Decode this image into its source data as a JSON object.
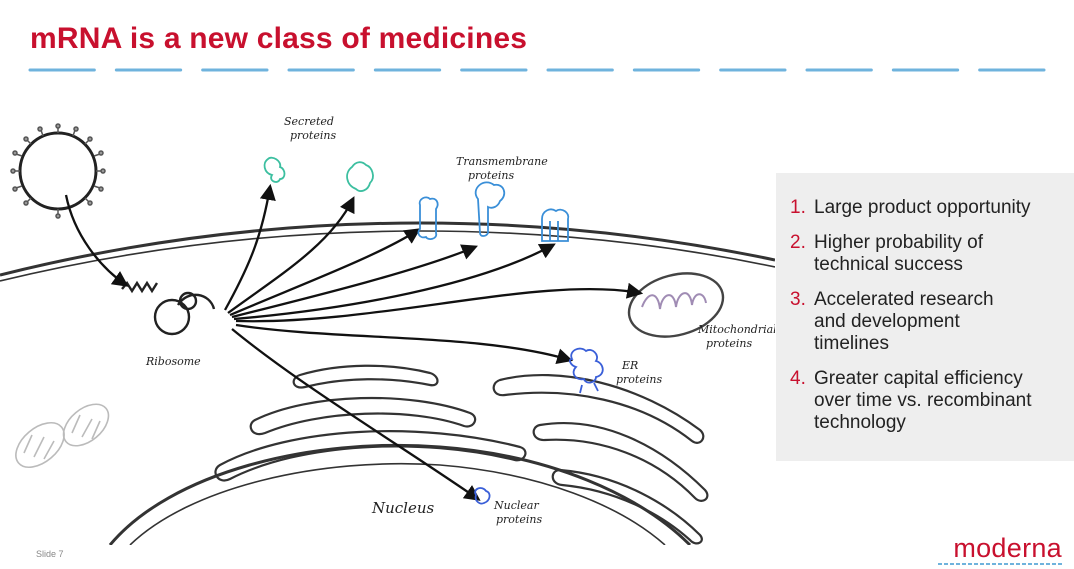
{
  "slide": {
    "title": "mRNA is a new class of medicines",
    "slide_number": "Slide 7",
    "brand": "moderna",
    "accent_color": "#c8102e",
    "dash_color": "#6fb3dd"
  },
  "diagram": {
    "labels": {
      "secreted": [
        "Secreted",
        "proteins"
      ],
      "transmembrane": [
        "Transmembrane",
        "proteins"
      ],
      "mitochondrial": [
        "Mitochondrial",
        "proteins"
      ],
      "er": [
        "ER",
        "proteins"
      ],
      "nuclear": [
        "Nuclear",
        "proteins"
      ],
      "ribosome": "Ribosome",
      "nucleus": "Nucleus"
    }
  },
  "points": [
    {
      "num": "1.",
      "lines": [
        "Large product opportunity"
      ]
    },
    {
      "num": "2.",
      "lines": [
        "Higher probability of",
        "technical success"
      ]
    },
    {
      "num": "3.",
      "lines": [
        "Accelerated research",
        "and development",
        "timelines"
      ]
    },
    {
      "num": "4.",
      "lines": [
        "Greater capital efficiency",
        "over time vs. recombinant",
        "technology"
      ]
    }
  ]
}
